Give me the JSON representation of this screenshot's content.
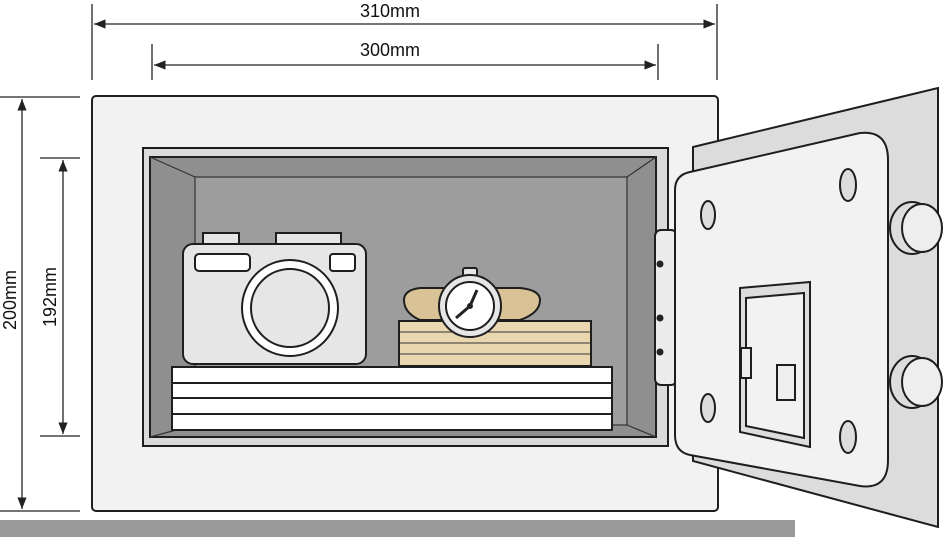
{
  "dimensions": {
    "outer_width": "310mm",
    "inner_width": "300mm",
    "outer_height": "200mm",
    "inner_height": "192mm"
  },
  "colors": {
    "body": "#f2f2f2",
    "cavity": "#9b9b9b",
    "floor": "#9a9a9a",
    "wood": "#e9d7b0",
    "strap": "#d8c296"
  }
}
